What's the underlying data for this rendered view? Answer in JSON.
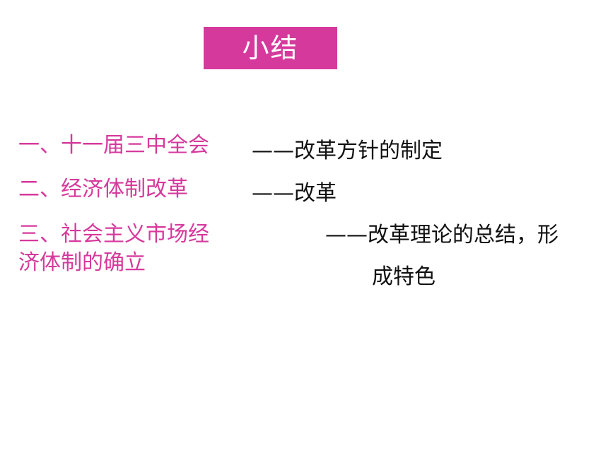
{
  "title": "小结",
  "items": [
    {
      "heading_lines": [
        "一、十一届三中全会"
      ],
      "desc_lines": [
        "——改革方针的制定"
      ]
    },
    {
      "heading_lines": [
        "二、经济体制改革"
      ],
      "desc_lines": [
        "——改革"
      ]
    },
    {
      "heading_lines": [
        "三、社会主义市场经",
        "济体制的确立"
      ],
      "desc_lines": [
        "——改革理论的总结，形",
        "成特色"
      ]
    }
  ],
  "colors": {
    "accent": "#d6399c",
    "text": "#111111",
    "background": "#ffffff"
  }
}
